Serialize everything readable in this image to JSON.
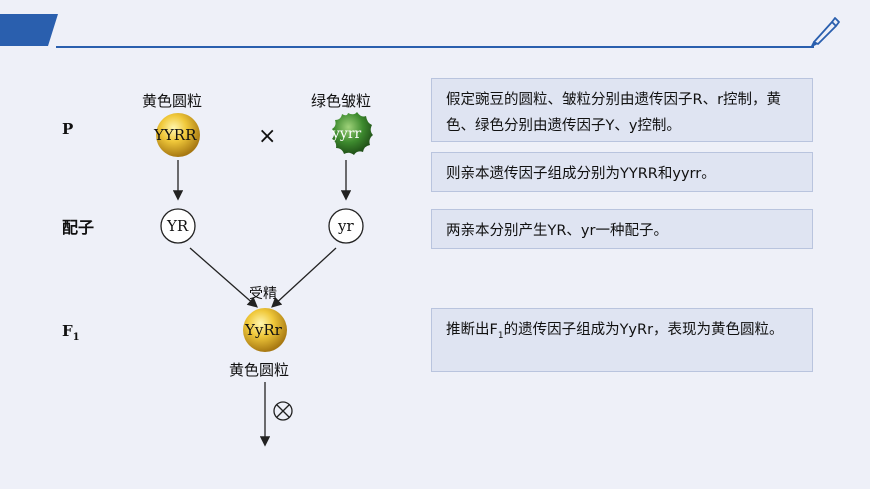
{
  "parents": {
    "row_label": "P",
    "left": {
      "phenotype": "黄色圆粒",
      "genotype": "YYRR"
    },
    "cross_symbol": "×",
    "right": {
      "phenotype": "绿色皱粒",
      "genotype": "yyrr"
    }
  },
  "gametes": {
    "row_label": "配子",
    "left": "YR",
    "right": "yr"
  },
  "fertilization_label": "受精",
  "f1": {
    "row_label_main": "F",
    "row_label_sub": "1",
    "genotype": "YyRr",
    "phenotype": "黄色圆粒",
    "self_symbol": "⊗"
  },
  "info_boxes": [
    {
      "text": "假定豌豆的圆粒、皱粒分别由遗传因子R、r控制，黄色、绿色分别由遗传因子Y、y控制。"
    },
    {
      "text": "则亲本遗传因子组成分别为YYRR和yyrr。"
    },
    {
      "text": "两亲本分别产生YR、yr一种配子。"
    },
    {
      "text_prefix": "推断出F",
      "text_sub": "1",
      "text_suffix": "的遗传因子组成为YyRr，表现为黄色圆粒。"
    }
  ],
  "colors": {
    "accent": "#2a5fae",
    "yellow_pea": "#e2b62a",
    "green_pea": "#3d8a2e",
    "box_bg": "#dfe4f2"
  },
  "icons": [
    "pen-icon",
    "cross-icon",
    "selfing-icon"
  ]
}
